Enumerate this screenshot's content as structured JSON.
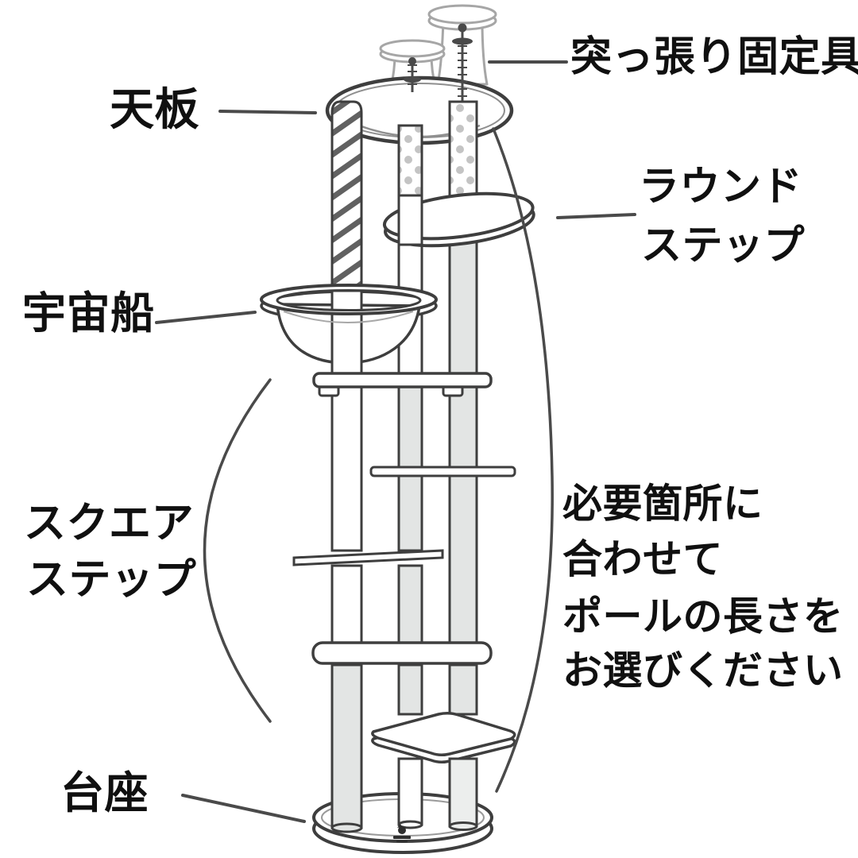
{
  "diagram": {
    "subject": "cat-tower-parts-diagram",
    "background_color": "#ffffff",
    "outline_color": "#3e3e3e",
    "light_line_color": "#a6a6a6",
    "pole_fill_color": "#e3e5e4",
    "text_color": "#101010",
    "labels": {
      "tension_fixture": "突っ張り固定具",
      "top_board": "天板",
      "round_step_line1": "ラウンド",
      "round_step_line2": "ステップ",
      "spaceship": "宇宙船",
      "square_step_line1": "スクエア",
      "square_step_line2": "ステップ",
      "note_line1": "必要箇所に",
      "note_line2": "合わせて",
      "note_line3": "ポールの長さを",
      "note_line4": "お選びください",
      "base": "台座"
    }
  }
}
